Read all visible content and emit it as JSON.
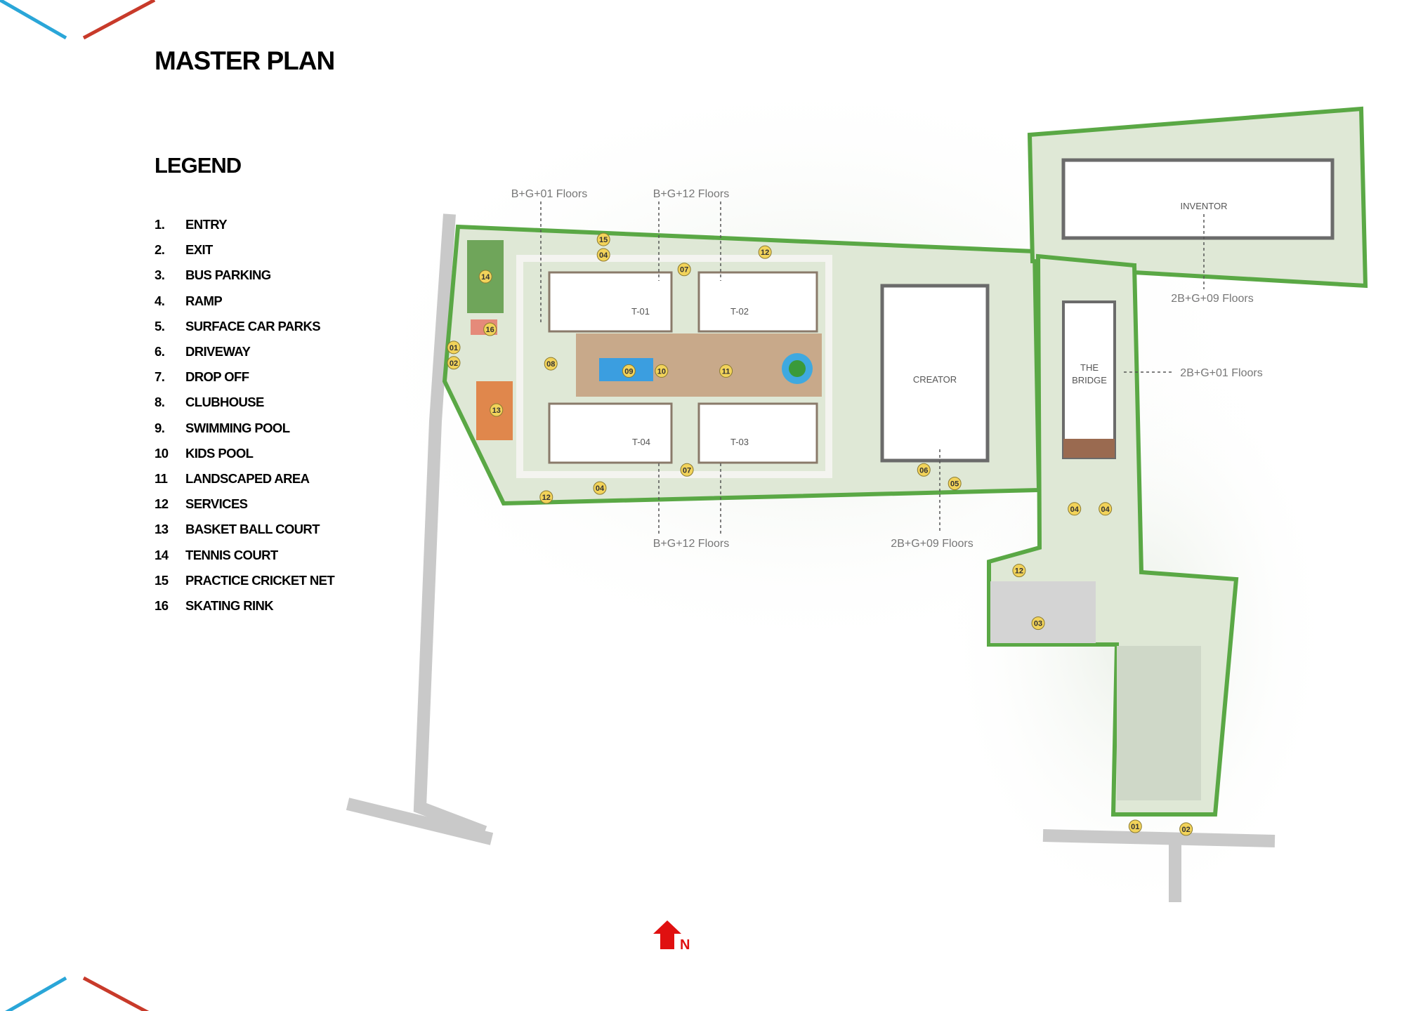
{
  "title": "MASTER PLAN",
  "legend_title": "LEGEND",
  "legend": [
    {
      "num": "1.",
      "label": "ENTRY"
    },
    {
      "num": "2.",
      "label": "EXIT"
    },
    {
      "num": "3.",
      "label": "BUS PARKING"
    },
    {
      "num": "4.",
      "label": "RAMP"
    },
    {
      "num": "5.",
      "label": "SURFACE CAR PARKS"
    },
    {
      "num": "6.",
      "label": "DRIVEWAY"
    },
    {
      "num": "7.",
      "label": "DROP OFF"
    },
    {
      "num": "8.",
      "label": "CLUBHOUSE"
    },
    {
      "num": "9.",
      "label": "SWIMMING POOL"
    },
    {
      "num": "10",
      "label": "KIDS POOL"
    },
    {
      "num": "11",
      "label": "LANDSCAPED AREA"
    },
    {
      "num": "12",
      "label": "SERVICES"
    },
    {
      "num": "13",
      "label": "BASKET BALL COURT"
    },
    {
      "num": "14",
      "label": "TENNIS COURT"
    },
    {
      "num": "15",
      "label": "PRACTICE CRICKET NET"
    },
    {
      "num": "16",
      "label": "SKATING RINK"
    }
  ],
  "plan": {
    "buildings": {
      "inventor": "INVENTOR",
      "creator": "CREATOR",
      "bridge_1": "THE",
      "bridge_2": "BRIDGE"
    },
    "towers": [
      "T-01",
      "T-02",
      "T-03",
      "T-04"
    ],
    "floor_labels": [
      "B+G+01 Floors",
      "B+G+12 Floors",
      "B+G+12 Floors",
      "2B+G+09 Floors",
      "2B+G+09 Floors",
      "2B+G+01 Floors"
    ],
    "markers": [
      "15",
      "04",
      "12",
      "07",
      "14",
      "16",
      "01",
      "02",
      "08",
      "09",
      "10",
      "11",
      "13",
      "07",
      "04",
      "12",
      "06",
      "05",
      "04",
      "04",
      "12",
      "03",
      "01",
      "02"
    ],
    "north": "N"
  },
  "colors": {
    "accent_blue": "#2aa6d8",
    "accent_red": "#c83a2a",
    "accent_gold": "#b8892a",
    "green": "#5aa845",
    "marker": "#f2d35a",
    "north": "#e01010"
  }
}
